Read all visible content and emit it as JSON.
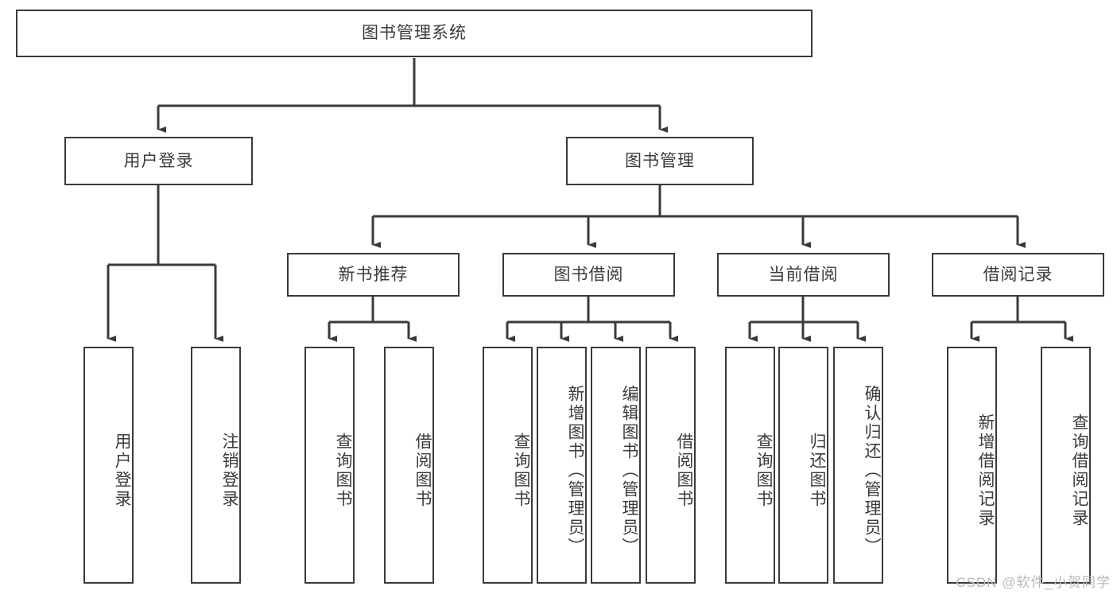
{
  "diagram": {
    "type": "tree",
    "title": "图书管理系统",
    "orientation": "top-down",
    "colors": {
      "box_border": "#3a3a3a",
      "box_fill": "#ffffff",
      "text": "#3b3b3b",
      "edge": "#3a3a3a",
      "watermark": "#b9b9b9",
      "background": "#ffffff"
    },
    "root": {
      "label": "图书管理系统"
    },
    "level1": [
      {
        "label": "用户登录"
      },
      {
        "label": "图书管理"
      }
    ],
    "level2": [
      {
        "label": "新书推荐"
      },
      {
        "label": "图书借阅"
      },
      {
        "label": "当前借阅"
      },
      {
        "label": "借阅记录"
      }
    ],
    "leaves": {
      "user_login": [
        {
          "label": "用户登录"
        },
        {
          "label": "注销登录"
        }
      ],
      "new_book_recommend": [
        {
          "label": "查询图书"
        },
        {
          "label": "借阅图书"
        }
      ],
      "book_borrow": [
        {
          "label": "查询图书"
        },
        {
          "label": "新增图书（管理员）"
        },
        {
          "label": "编辑图书（管理员）"
        },
        {
          "label": "借阅图书"
        }
      ],
      "current_borrow": [
        {
          "label": "查询图书"
        },
        {
          "label": "归还图书"
        },
        {
          "label": "确认归还（管理员）"
        }
      ],
      "borrow_record": [
        {
          "label": "新增借阅记录"
        },
        {
          "label": "查询借阅记录"
        }
      ]
    },
    "watermark": "CSDN @软件_小贺同学"
  }
}
